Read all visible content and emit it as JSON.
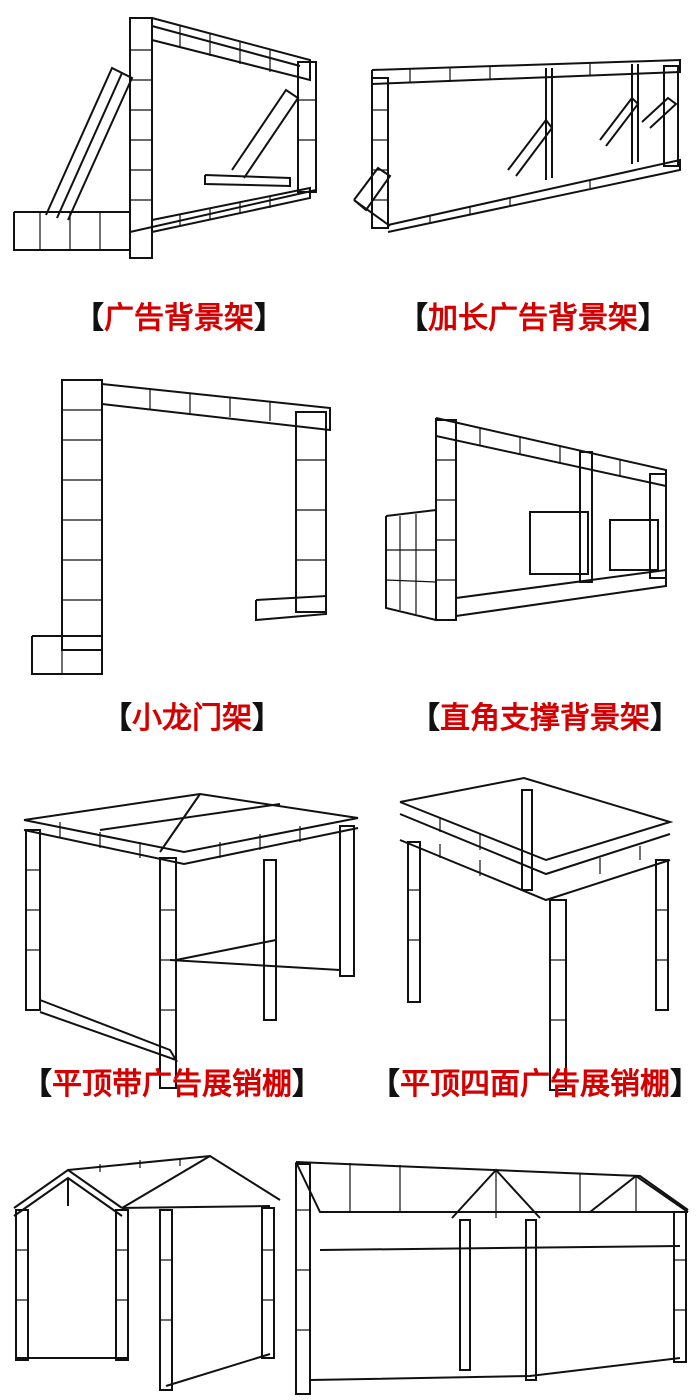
{
  "page": {
    "background": "#ffffff"
  },
  "colors": {
    "caption_text": "#d40000",
    "bracket": "#111111",
    "truss_stroke": "#111111"
  },
  "brackets": {
    "left": "【",
    "right": "】"
  },
  "items": [
    {
      "label": "广告背景架",
      "drawing": "advertising-backdrop-truss"
    },
    {
      "label": "加长广告背景架",
      "drawing": "extended-advertising-backdrop-truss"
    },
    {
      "label": "小龙门架",
      "drawing": "small-gantry-truss"
    },
    {
      "label": "直角支撑背景架",
      "drawing": "right-angle-support-backdrop-truss"
    },
    {
      "label": "平顶带广告展销棚",
      "drawing": "flat-top-booth-with-ad-truss"
    },
    {
      "label": "平顶四面广告展销棚",
      "drawing": "flat-top-four-sided-ad-booth-truss"
    },
    {
      "label": "",
      "drawing": "gable-roof-booth-truss"
    },
    {
      "label": "",
      "drawing": "double-gable-roof-booth-truss"
    }
  ]
}
